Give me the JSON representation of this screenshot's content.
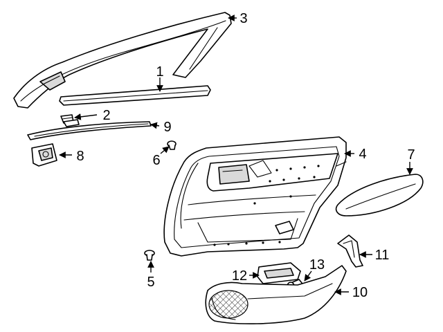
{
  "diagram": {
    "callouts": [
      {
        "id": "1",
        "label": "1"
      },
      {
        "id": "2",
        "label": "2"
      },
      {
        "id": "3",
        "label": "3"
      },
      {
        "id": "4",
        "label": "4"
      },
      {
        "id": "5",
        "label": "5"
      },
      {
        "id": "6",
        "label": "6"
      },
      {
        "id": "7",
        "label": "7"
      },
      {
        "id": "8",
        "label": "8"
      },
      {
        "id": "9",
        "label": "9"
      },
      {
        "id": "10",
        "label": "10"
      },
      {
        "id": "11",
        "label": "11"
      },
      {
        "id": "12",
        "label": "12"
      },
      {
        "id": "13",
        "label": "13"
      }
    ],
    "colors": {
      "line": "#000000",
      "background": "#ffffff",
      "fill": "#ffffff"
    }
  }
}
